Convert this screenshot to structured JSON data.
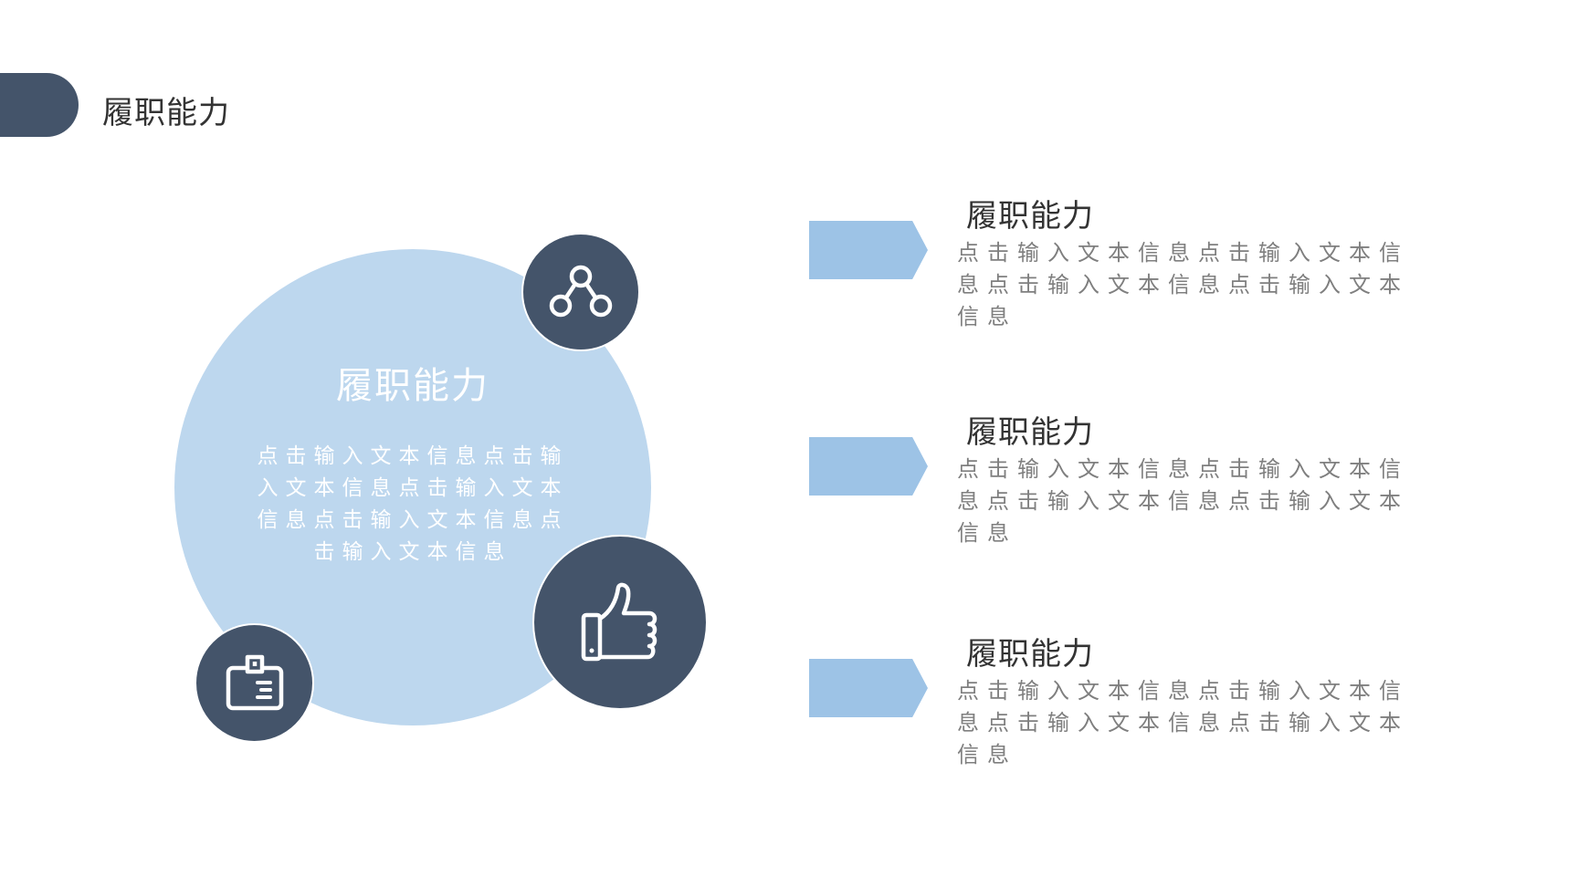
{
  "header": {
    "title": "履职能力"
  },
  "center": {
    "title": "履职能力",
    "body": "点击输入文本信息点击输入文本信息点击输入文本信息点击输入文本信息点击输入文本信息"
  },
  "icons": {
    "top": "share-nodes-icon",
    "right": "thumbs-up-icon",
    "bottom": "id-badge-icon"
  },
  "items": [
    {
      "title": "履职能力",
      "body": "点击输入文本信息点击输入文本信息点击输入文本信息点击输入文本信息"
    },
    {
      "title": "履职能力",
      "body": "点击输入文本信息点击输入文本信息点击输入文本信息点击输入文本信息"
    },
    {
      "title": "履职能力",
      "body": "点击输入文本信息点击输入文本信息点击输入文本信息点击输入文本信息"
    }
  ],
  "colors": {
    "dark": "#44546a",
    "light_circle": "#bdd7ee",
    "arrow": "#9dc3e6",
    "title_text": "#333333",
    "body_text": "#7f7f7f"
  }
}
